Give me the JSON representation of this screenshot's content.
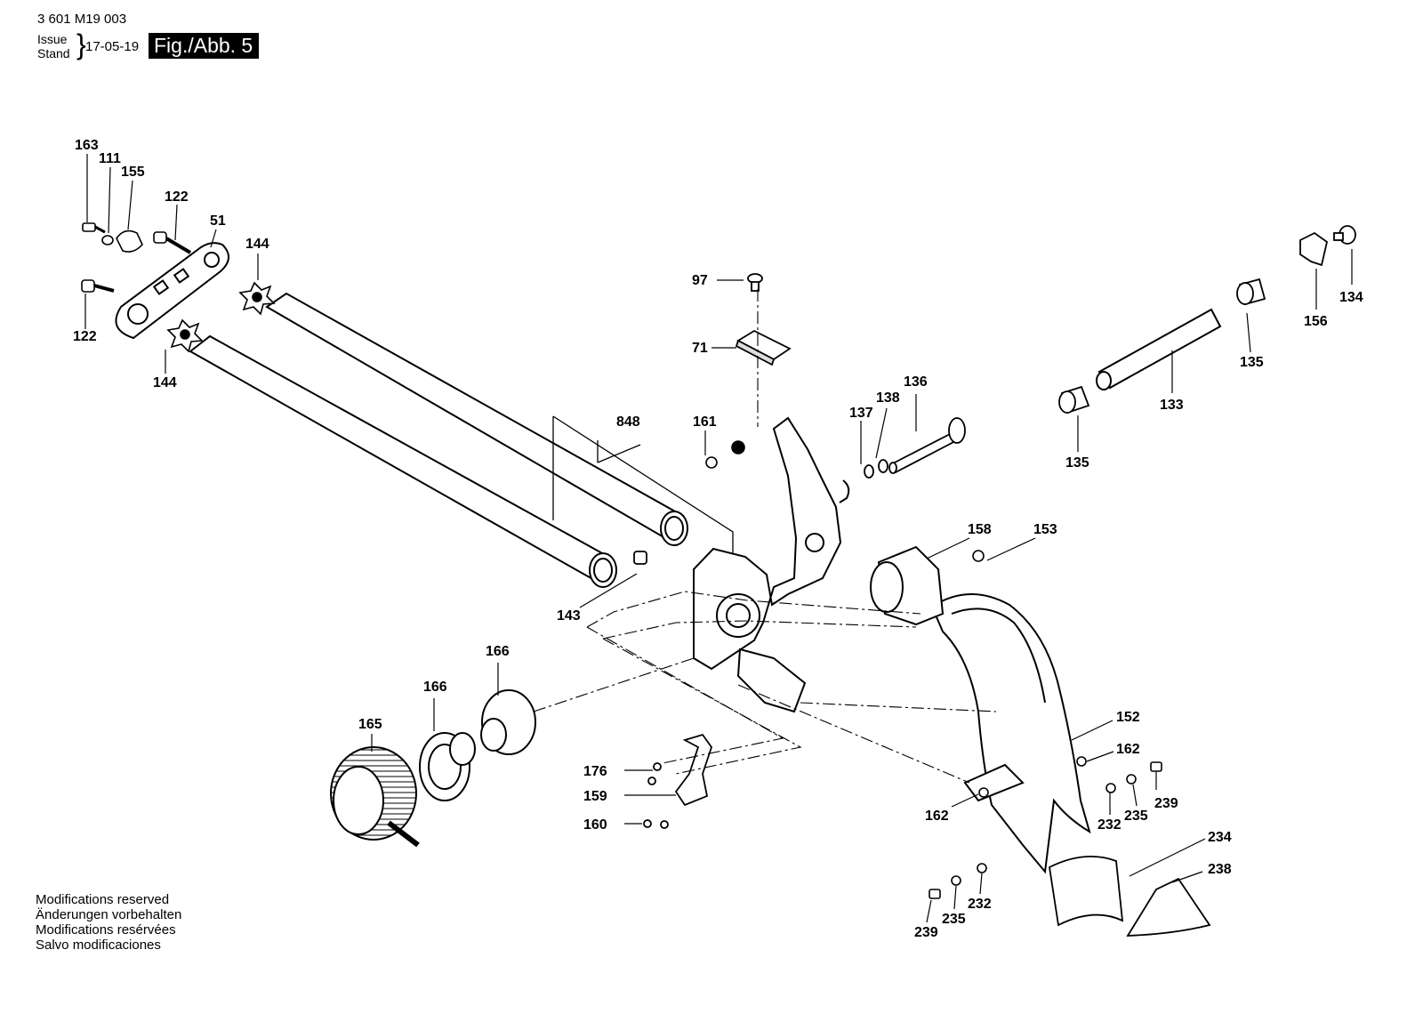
{
  "header": {
    "doc_number": "3 601 M19 003",
    "issue_label_en": "Issue",
    "issue_label_de": "Stand",
    "issue_date": "17-05-19",
    "figure_label": "Fig./Abb. 5"
  },
  "footer_notes": [
    "Modifications reserved",
    "Änderungen vorbehalten",
    "Modifications resérvées",
    "Salvo modificaciones"
  ],
  "callouts": {
    "c163": "163",
    "c111": "111",
    "c155": "155",
    "c122a": "122",
    "c51": "51",
    "c144a": "144",
    "c122b": "122",
    "c144b": "144",
    "c97": "97",
    "c71": "71",
    "c848": "848",
    "c161": "161",
    "c137": "137",
    "c138": "138",
    "c136": "136",
    "c134": "134",
    "c156": "156",
    "c135a": "135",
    "c133": "133",
    "c135b": "135",
    "c158": "158",
    "c153": "153",
    "c143": "143",
    "c166a": "166",
    "c166b": "166",
    "c165": "165",
    "c152": "152",
    "c162a": "162",
    "c176": "176",
    "c159": "159",
    "c160": "160",
    "c162b": "162",
    "c232a": "232",
    "c235a": "235",
    "c239a": "239",
    "c234": "234",
    "c238": "238",
    "c239b": "239",
    "c235b": "235",
    "c232b": "232"
  }
}
